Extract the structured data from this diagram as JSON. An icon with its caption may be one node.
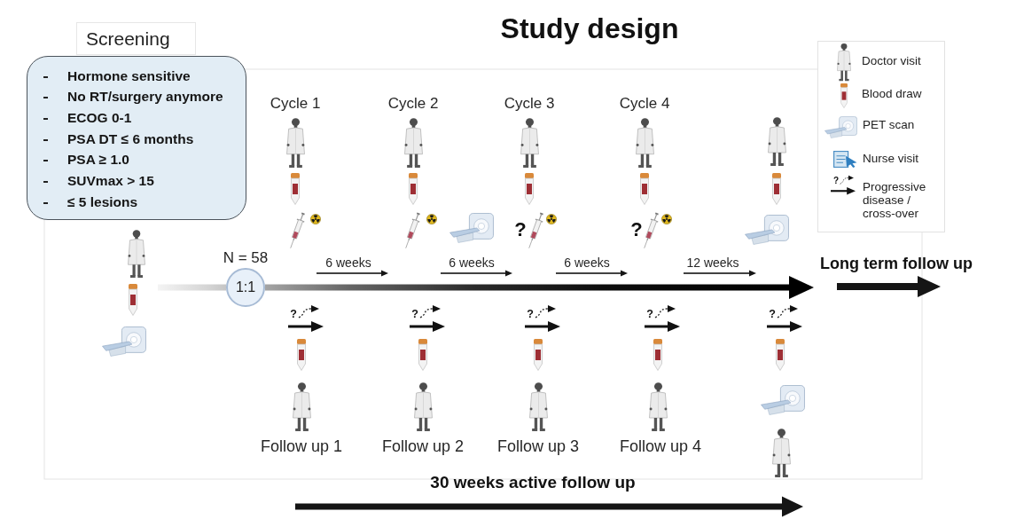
{
  "diagram": {
    "title": "Study design",
    "nodes": [
      {
        "text": [
          "Screening"
        ]
      },
      {
        "text": [
          "Hormone sensitive",
          "No RT/surgery anymore",
          "ECOG 0-1",
          "PSA DT ≤ 6 months",
          "PSA ≥ 1.0",
          "SUVmax > 15",
          "≤ 5 lesions"
        ]
      },
      {
        "text": [
          "1:1"
        ],
        "beside": [
          "N = 58"
        ]
      }
    ],
    "edges": [
      {
        "from": null,
        "to": 2,
        "arrow": "none"
      },
      {
        "from": 2,
        "to": null,
        "arrow": "to"
      }
    ],
    "labels": [
      "Cycle 1",
      "Cycle 2",
      "Cycle 3",
      "Cycle 4",
      "?",
      "?",
      "?",
      "6 weeks",
      "6 weeks",
      "6 weeks",
      "12 weeks",
      "Long term follow up",
      "?",
      "?",
      "?",
      "?",
      "?",
      "Follow up 1",
      "Follow up 2",
      "Follow up 3",
      "Follow up 4",
      "30 weeks active follow up"
    ],
    "legend": [
      {
        "text": "Doctor visit"
      },
      {
        "text": "Blood draw"
      },
      {
        "text": "PET scan"
      },
      {
        "text": "Nurse visit"
      },
      {
        "text": "Progressive disease / cross-over"
      }
    ]
  }
}
